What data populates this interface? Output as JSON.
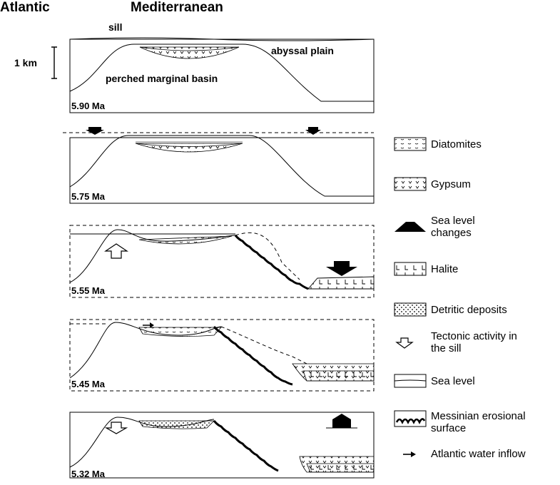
{
  "header": {
    "left": "Atlantic",
    "right": "Mediterranean"
  },
  "labels": {
    "sill": "sill",
    "scale": "1 km",
    "abyssal": "abyssal plain",
    "perched": "perched marginal basin"
  },
  "panels": [
    {
      "age": "5.90 Ma"
    },
    {
      "age": "5.75 Ma"
    },
    {
      "age": "5.55 Ma"
    },
    {
      "age": "5.45 Ma"
    },
    {
      "age": "5.32 Ma"
    }
  ],
  "legend": [
    {
      "icon": "diatomites-icon",
      "lines": [
        "Diatomites"
      ]
    },
    {
      "icon": "gypsum-icon",
      "lines": [
        "Gypsum"
      ]
    },
    {
      "icon": "sea-level-change-icon",
      "lines": [
        "Sea level",
        "changes"
      ]
    },
    {
      "icon": "halite-icon",
      "lines": [
        "Halite"
      ]
    },
    {
      "icon": "detritic-icon",
      "lines": [
        "Detritic deposits"
      ]
    },
    {
      "icon": "tectonic-icon",
      "lines": [
        "Tectonic activity in",
        "the sill"
      ]
    },
    {
      "icon": "sea-level-icon",
      "lines": [
        "Sea level"
      ]
    },
    {
      "icon": "erosional-surface-icon",
      "lines": [
        "Messinian erosional",
        "surface"
      ]
    },
    {
      "icon": "inflow-arrow-icon",
      "lines": [
        "Atlantic water inflow"
      ]
    }
  ]
}
